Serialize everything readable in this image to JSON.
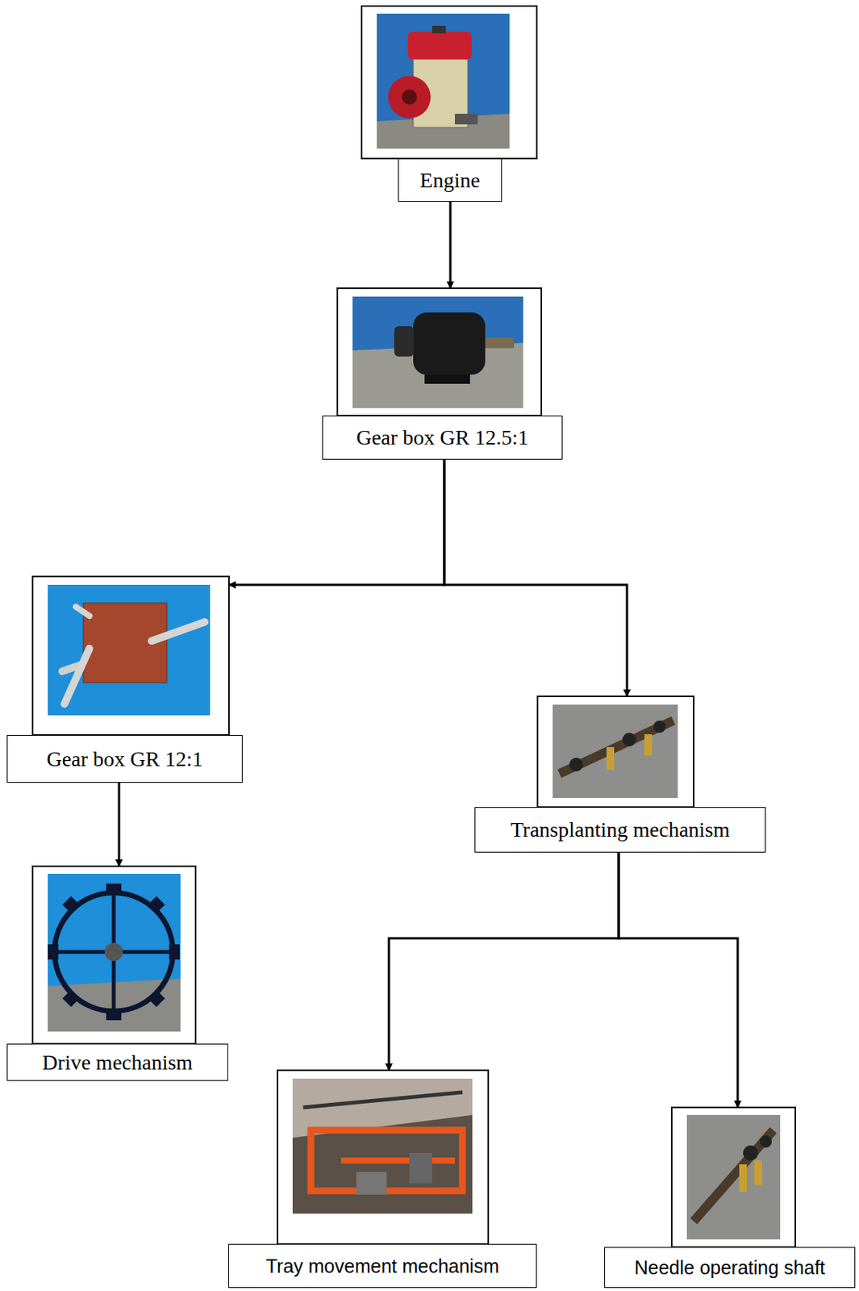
{
  "diagram": {
    "nodes": [
      {
        "text": [
          "Engine"
        ]
      },
      {
        "text": [
          "Gear box GR 12.5:1"
        ]
      },
      {
        "text": [
          "Gear box GR 12:1"
        ]
      },
      {
        "text": [
          "Transplanting mechanism"
        ]
      },
      {
        "text": [
          "Drive mechanism"
        ]
      },
      {
        "text": [
          "Tray movement mechanism"
        ]
      },
      {
        "text": [
          "Needle operating shaft"
        ]
      }
    ],
    "edges": [
      {
        "from": 0,
        "to": 1,
        "arrow": "to"
      },
      {
        "from": 1,
        "to": 2,
        "arrow": "to"
      },
      {
        "from": 1,
        "to": 3,
        "arrow": "to"
      },
      {
        "from": 2,
        "to": 4,
        "arrow": "to"
      },
      {
        "from": 3,
        "to": 5,
        "arrow": "to"
      },
      {
        "from": 3,
        "to": 6,
        "arrow": "to"
      }
    ]
  }
}
